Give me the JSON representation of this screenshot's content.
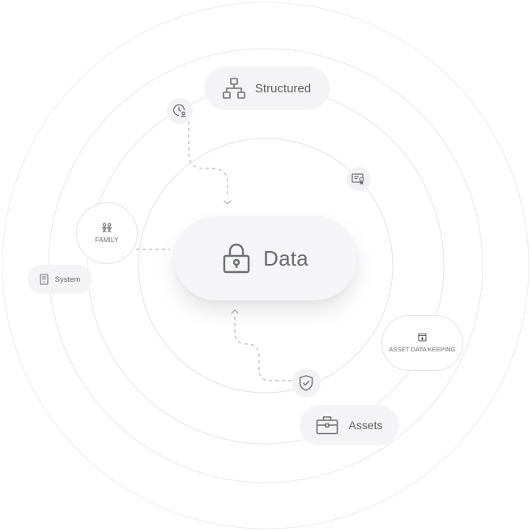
{
  "diagram": {
    "center": {
      "label": "Data",
      "icon": "lock-icon"
    },
    "nodes": {
      "structured": {
        "label": "Structured",
        "icon": "network-icon"
      },
      "assets": {
        "label": "Assets",
        "icon": "briefcase-icon"
      },
      "system": {
        "label": "System",
        "icon": "server-icon"
      },
      "family": {
        "label": "FAMILY",
        "icon": "people-icon"
      },
      "asset_data_keeping": {
        "label": "ASSET DATA KEEPING",
        "icon": "download-box-icon"
      }
    },
    "badges": [
      "clock-user-icon",
      "certificate-icon",
      "shield-check-icon"
    ],
    "colors": {
      "background": "#ffffff",
      "ring": "#e6e6e9",
      "pill": "#f4f4f6",
      "icon": "#6f7075",
      "dashed": "#b9b9bd"
    }
  }
}
